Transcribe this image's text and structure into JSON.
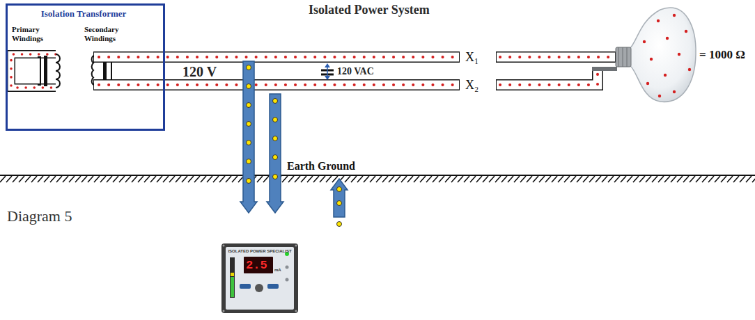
{
  "diagram": {
    "title": "Isolated Power System",
    "caption": "Diagram 5",
    "nodes": [
      {
        "text": [
          "Isolation Transformer",
          "Primary Windings",
          "Secondary Windings"
        ]
      }
    ],
    "labels": [
      "120 V",
      "120 VAC",
      "X₁",
      "X₂",
      "= 1000 Ω",
      "Earth Ground",
      "ISOLATED POWER SPECIALIST",
      "2.5",
      "mA"
    ]
  }
}
